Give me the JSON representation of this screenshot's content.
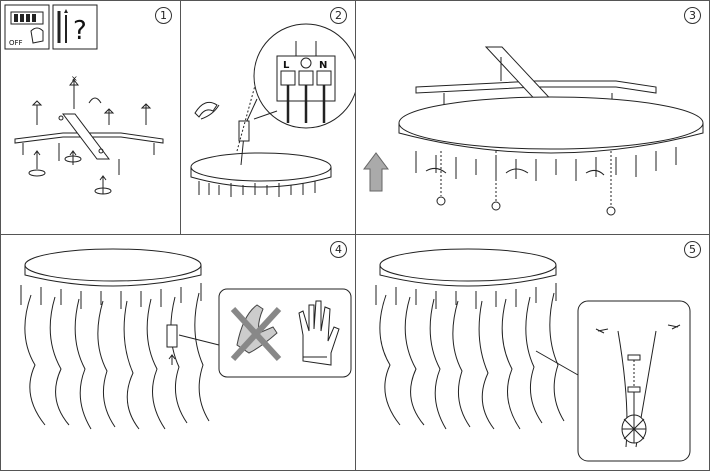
{
  "steps": [
    {
      "number": "1"
    },
    {
      "number": "2"
    },
    {
      "number": "3"
    },
    {
      "number": "4"
    },
    {
      "number": "5"
    }
  ],
  "step1": {
    "switch_label": "OFF",
    "tools_label": "?"
  },
  "step2": {
    "terminal_live": "L",
    "terminal_neutral": "N"
  }
}
